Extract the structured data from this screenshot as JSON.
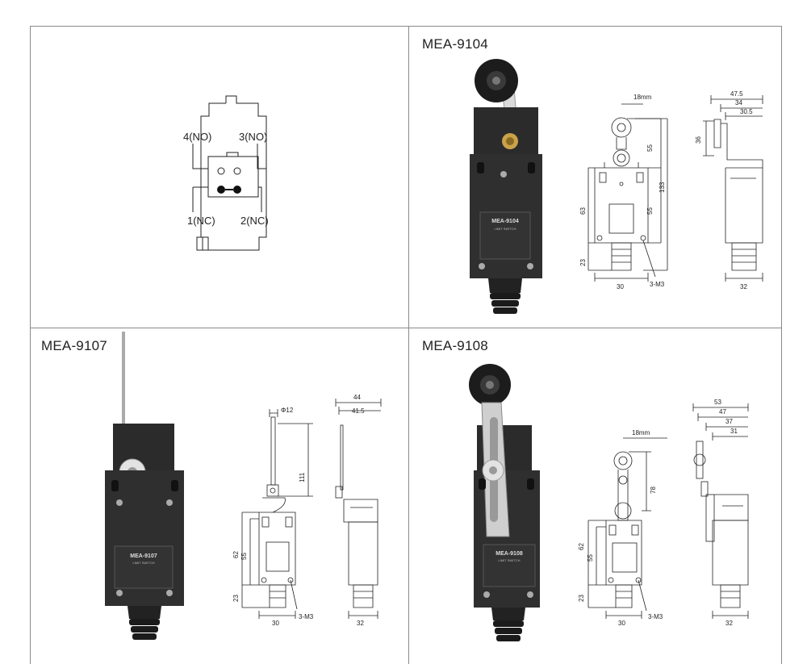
{
  "wiring": {
    "terminals": [
      "4(NO)",
      "3(NO)",
      "1(NC)",
      "2(NC)"
    ]
  },
  "panels": [
    {
      "model": "MEA-9104",
      "body_label": "MEA-9104",
      "body_sub": "LIMIT SWITCH",
      "dims": {
        "roller": "18mm",
        "w_total": "47.5",
        "w_mid": "34",
        "w_inner": "30.5",
        "h_lever": "36",
        "h_upper": "55",
        "h_total": "133",
        "h_lower": "55",
        "h_body": "63",
        "h_conduit": "23",
        "w_body": "30",
        "thread": "3-M3",
        "w_side": "32"
      }
    },
    {
      "model": "MEA-9107",
      "body_label": "MEA-9107",
      "body_sub": "LIMIT SWITCH",
      "dims": {
        "rod": "Φ12",
        "w_total": "44",
        "w_mid": "41.5",
        "h_rod": "111",
        "h_body": "62",
        "h_inner": "55",
        "h_conduit": "23",
        "w_body": "30",
        "thread": "3-M3",
        "w_side": "32"
      }
    },
    {
      "model": "MEA-9108",
      "body_label": "MEA-9108",
      "body_sub": "LIMIT SWITCH",
      "dims": {
        "roller": "18mm",
        "w_total": "53",
        "w_47": "47",
        "w_37": "37",
        "w_31": "31",
        "h_arm": "78",
        "h_body": "62",
        "h_inner": "55",
        "h_conduit": "23",
        "w_body": "30",
        "thread": "3-M3",
        "w_side": "32"
      }
    }
  ]
}
